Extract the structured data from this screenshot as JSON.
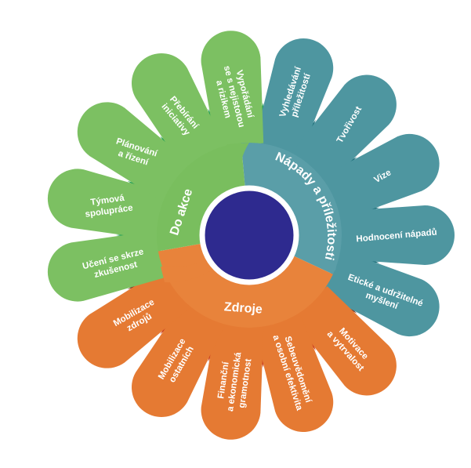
{
  "colors": {
    "green_petal": "#7CC062",
    "green_ring": "#79BE5E",
    "green_dark": "#1F9E55",
    "teal_petal": "#4E96A0",
    "teal_ring": "#5A9EA8",
    "teal_dark": "#1D6E78",
    "orange_petal": "#E57A33",
    "orange_ring": "#E8833B",
    "orange_dark": "#C83A1E",
    "brown_dark": "#7A3A2A",
    "center": "#2E2A8F",
    "text": "#FFFFFF"
  },
  "ring": {
    "action_label": "Do akce",
    "ideas_label": "Nápady a příležitosti",
    "resources_label": "Zdroje"
  },
  "petals": [
    {
      "group": "teal",
      "lines": [
        "Vyhledávání",
        "příležitostí"
      ]
    },
    {
      "group": "teal",
      "lines": [
        "Tvořivost"
      ]
    },
    {
      "group": "teal",
      "lines": [
        "Vize"
      ]
    },
    {
      "group": "teal",
      "lines": [
        "Hodnocení nápadů"
      ]
    },
    {
      "group": "teal",
      "lines": [
        "Etické a udržitelné",
        "myšlení"
      ]
    },
    {
      "group": "orange",
      "lines": [
        "Motivace",
        "a vytrvalost"
      ]
    },
    {
      "group": "orange",
      "lines": [
        "Sebeuvědomění",
        "a osobní efektivita"
      ]
    },
    {
      "group": "orange",
      "lines": [
        "Finanční",
        "a ekonomická",
        "gramotnost"
      ]
    },
    {
      "group": "orange",
      "lines": [
        "Mobilizace",
        "ostatních"
      ]
    },
    {
      "group": "orange",
      "lines": [
        "Mobilizace",
        "zdrojů"
      ]
    },
    {
      "group": "green",
      "lines": [
        "Učení se skrze",
        "zkušenost"
      ]
    },
    {
      "group": "green",
      "lines": [
        "Týmová",
        "spolupráce"
      ]
    },
    {
      "group": "green",
      "lines": [
        "Plánování",
        "a řízení"
      ]
    },
    {
      "group": "green",
      "lines": [
        "Přebírání",
        "iniciativy"
      ]
    },
    {
      "group": "green",
      "lines": [
        "Vypořádání",
        "se s nejistotou",
        "a rizikem"
      ]
    }
  ]
}
